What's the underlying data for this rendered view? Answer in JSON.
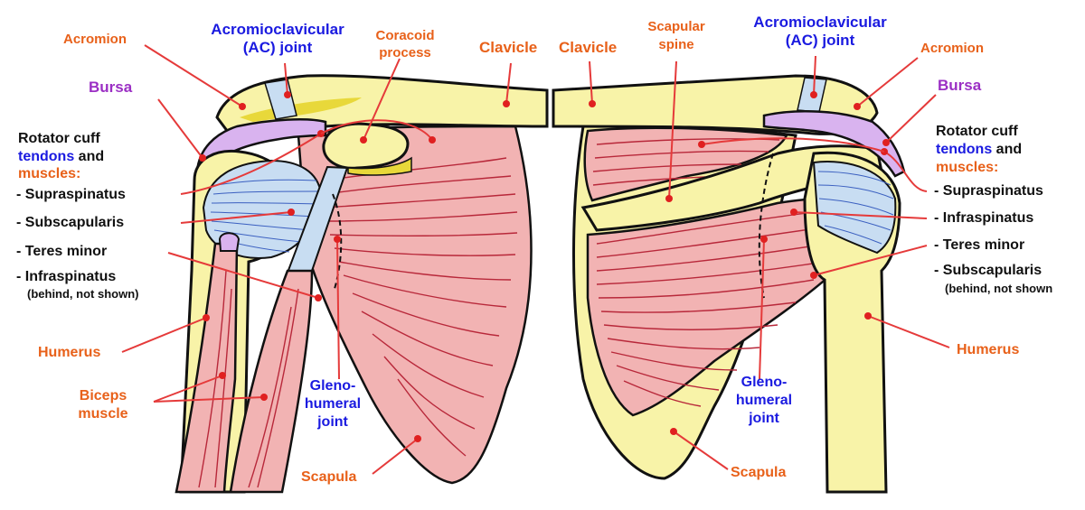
{
  "left_view": {
    "acromion": "Acromion",
    "ac_joint_line1": "Acromioclavicular",
    "ac_joint_line2": "(AC) joint",
    "coracoid_line1": "Coracoid",
    "coracoid_line2": "process",
    "clavicle": "Clavicle",
    "bursa": "Bursa",
    "rotator_line1": "Rotator cuff",
    "rotator_tendons": "tendons",
    "rotator_and": " and",
    "rotator_muscles": "muscles:",
    "supraspinatus": "- Supraspinatus",
    "subscapularis": "- Subscapularis",
    "teres_minor": "- Teres minor",
    "infraspinatus": "- Infraspinatus",
    "behind_note": "(behind, not shown)",
    "humerus": "Humerus",
    "biceps_line1": "Biceps",
    "biceps_line2": "muscle",
    "gleno_line1": "Gleno-",
    "gleno_line2": "humeral",
    "gleno_line3": "joint",
    "scapula": "Scapula"
  },
  "right_view": {
    "clavicle": "Clavicle",
    "scapular_spine_line1": "Scapular",
    "scapular_spine_line2": "spine",
    "ac_joint_line1": "Acromioclavicular",
    "ac_joint_line2": "(AC) joint",
    "acromion": "Acromion",
    "bursa": "Bursa",
    "rotator_line1": "Rotator cuff",
    "rotator_tendons": "tendons",
    "rotator_and": " and",
    "rotator_muscles": "muscles:",
    "supraspinatus": "- Supraspinatus",
    "infraspinatus": "- Infraspinatus",
    "teres_minor": "- Teres minor",
    "subscapularis": "- Subscapularis",
    "behind_note": "(behind, not shown",
    "humerus": "Humerus",
    "gleno_line1": "Gleno-",
    "gleno_line2": "humeral",
    "gleno_line3": "joint",
    "scapula": "Scapula"
  },
  "colors": {
    "structure_label": "#e8611a",
    "joint_label": "#1a1ae0",
    "bursa_label": "#9b2fc4",
    "leader": "#e53a3a",
    "bone": "#f8f3a8",
    "muscle": "#f2b3b3",
    "tendon": "#c8ddf2",
    "bursa": "#d9b3ef"
  }
}
